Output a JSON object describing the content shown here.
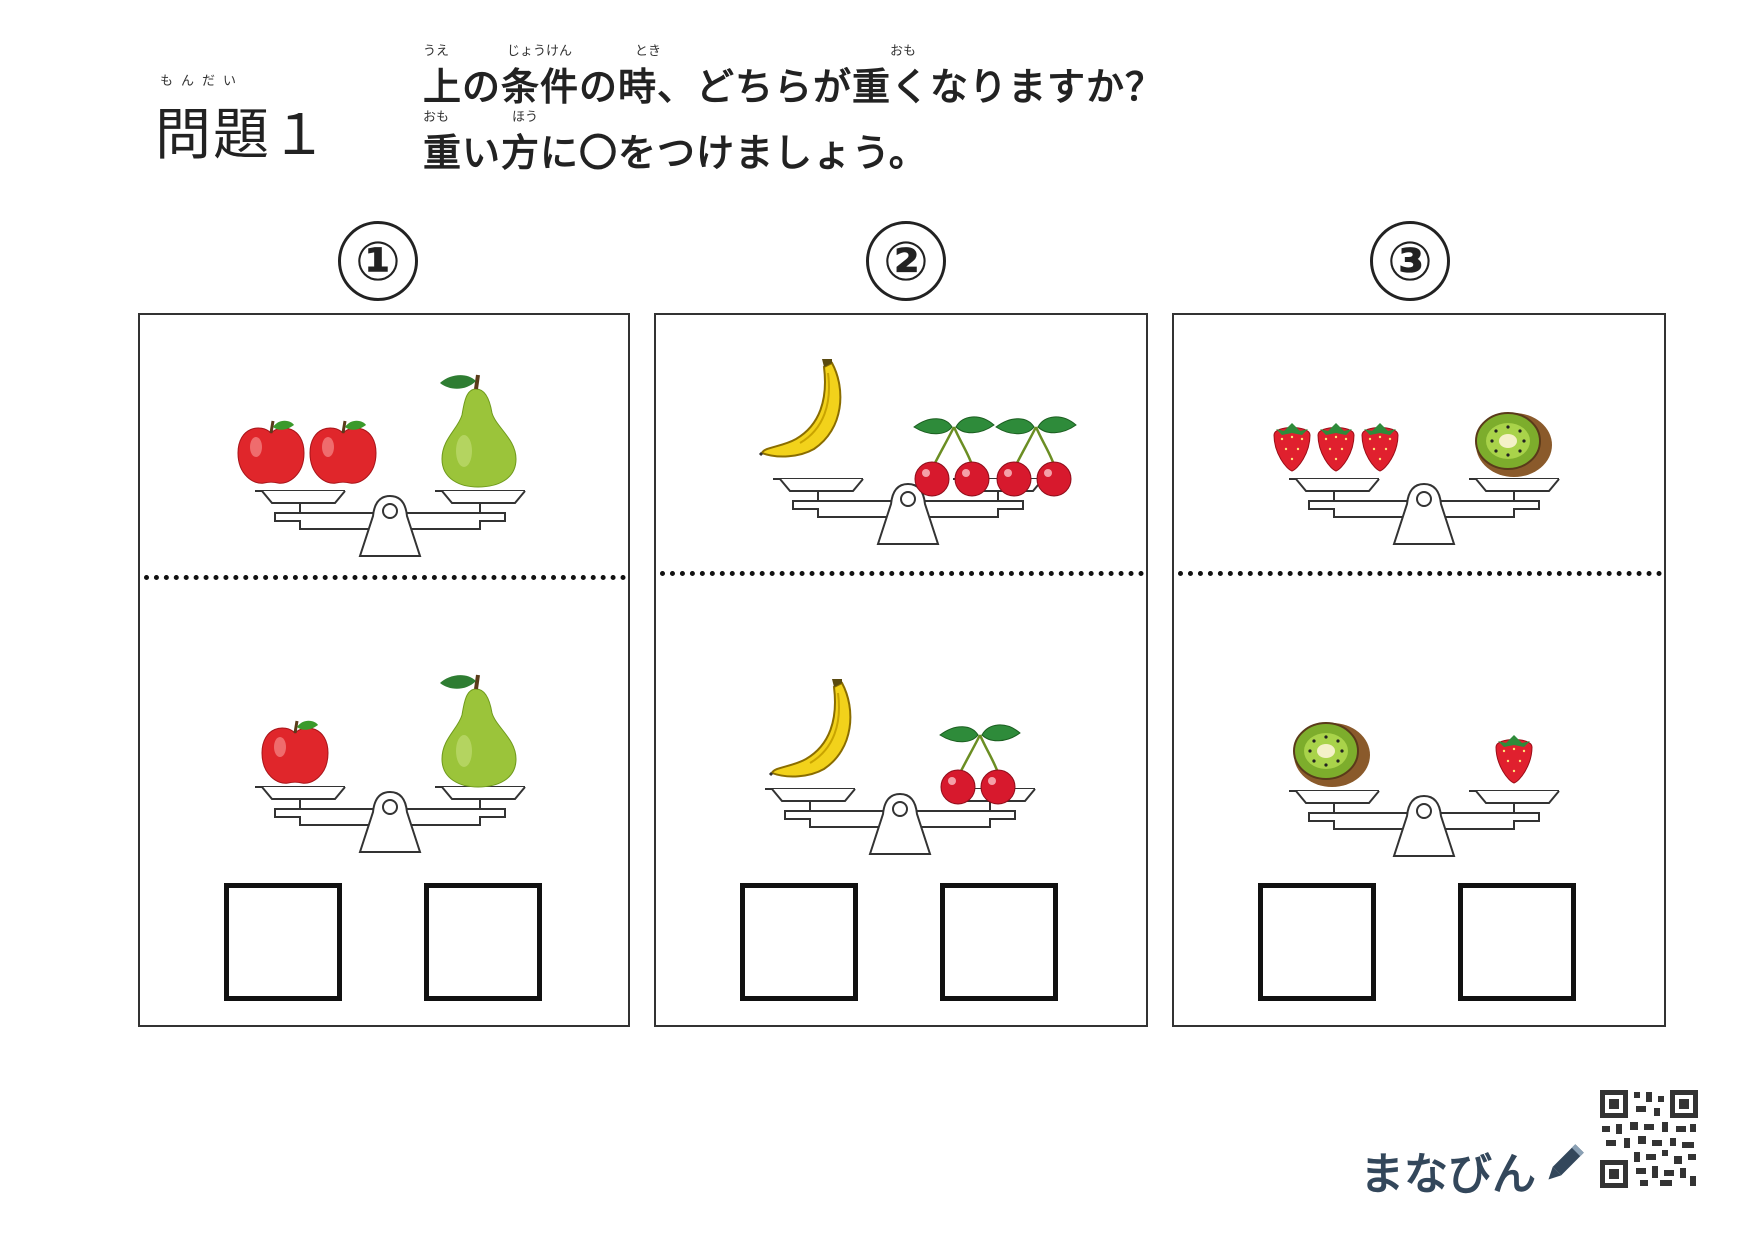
{
  "header": {
    "title": "問題１",
    "title_ruby": "もんだい",
    "line1": "上の条件の時、どちらが重くなりますか？",
    "line1_ruby": [
      "うえ",
      "じょうけん",
      "とき",
      "おも"
    ],
    "line2": "重い方に〇をつけましょう。",
    "line2_ruby": [
      "おも",
      "ほう"
    ]
  },
  "problems": [
    {
      "number": "①",
      "condition": {
        "left": [
          "apple-icon",
          "apple-icon"
        ],
        "right": [
          "pear-icon"
        ]
      },
      "question": {
        "left": [
          "apple-icon"
        ],
        "right": [
          "pear-icon"
        ]
      }
    },
    {
      "number": "②",
      "condition": {
        "left": [
          "banana-icon"
        ],
        "right": [
          "cherry-icon",
          "cherry-icon"
        ]
      },
      "question": {
        "left": [
          "banana-icon"
        ],
        "right": [
          "cherry-icon"
        ]
      }
    },
    {
      "number": "③",
      "condition": {
        "left": [
          "strawberry-icon",
          "strawberry-icon",
          "strawberry-icon"
        ],
        "right": [
          "kiwi-icon"
        ]
      },
      "question": {
        "left": [
          "kiwi-icon"
        ],
        "right": [
          "strawberry-icon"
        ]
      }
    }
  ],
  "footer": {
    "logo": "まなびん"
  },
  "colors": {
    "apple": "#e0262b",
    "pear": "#9bc43a",
    "banana": "#f2d21b",
    "cherry": "#d7192d",
    "strawberry": "#e0202e",
    "kiwi": "#7dad2c",
    "logo": "#33475b"
  }
}
